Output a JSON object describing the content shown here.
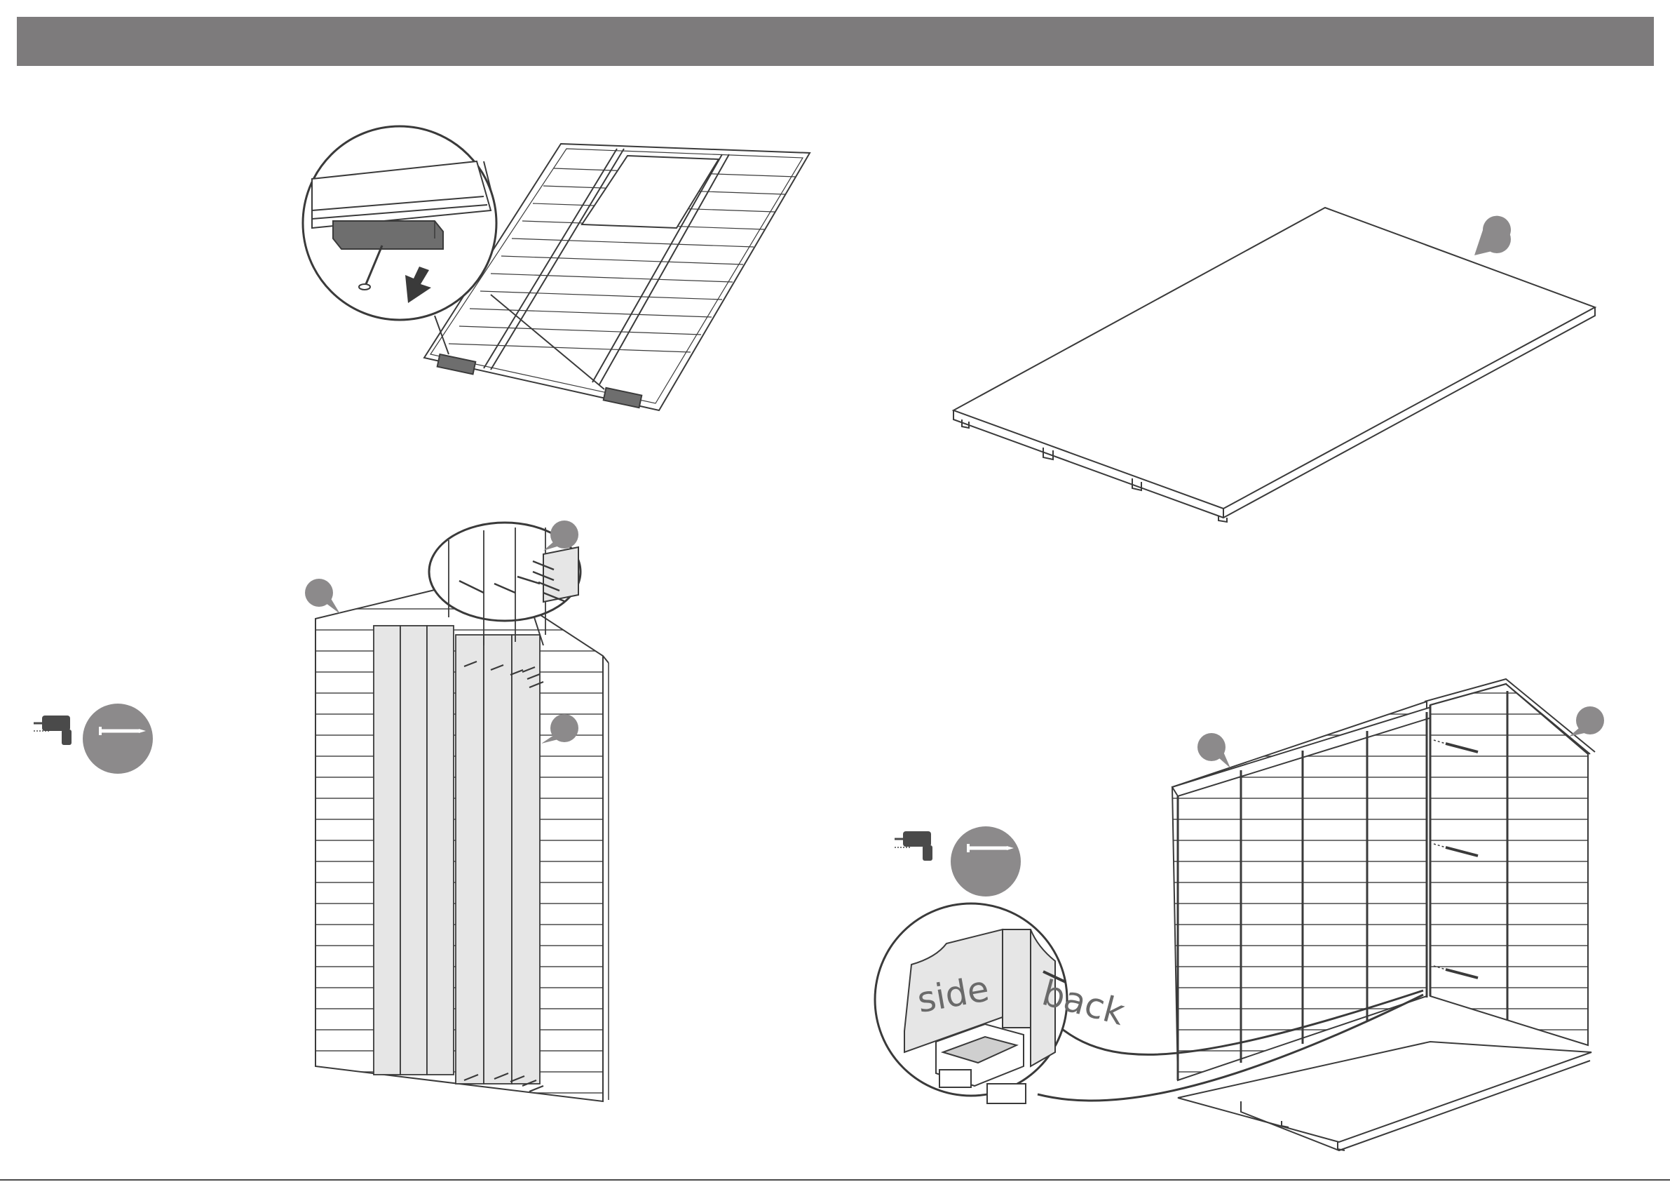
{
  "header": {
    "color": "#7d7b7c"
  },
  "panels": [
    {
      "name": "panel-top-left",
      "illustration": "wall-panel-with-skid-blocks-and-zoom-detail"
    },
    {
      "name": "panel-top-right",
      "illustration": "floor-base"
    },
    {
      "name": "panel-bottom-left",
      "illustration": "gable-end-wall-with-boards-and-screws",
      "icons": [
        "drill-icon",
        "screw-icon"
      ]
    },
    {
      "name": "panel-bottom-right",
      "illustration": "side-and-back-walls-assembled-on-floor",
      "icons": [
        "drill-icon",
        "screw-icon"
      ],
      "detail_labels": {
        "side": "side",
        "back": "back"
      }
    }
  ],
  "colors": {
    "line": "#3a3a3a",
    "badge": "#8c8a8b",
    "board_fill": "#e6e6e6",
    "block_fill": "#6e6e6e"
  }
}
